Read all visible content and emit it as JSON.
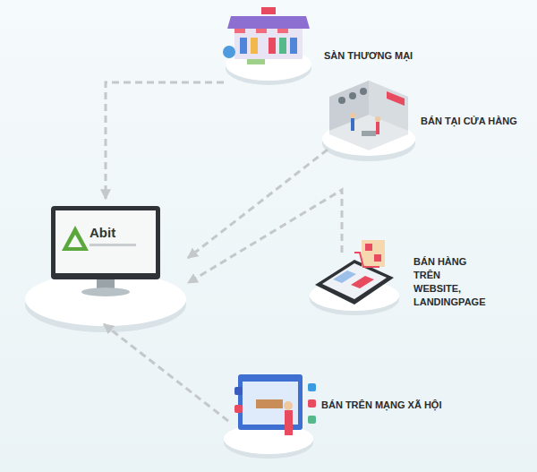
{
  "diagram": {
    "nodes": [
      {
        "text": [
          "SÀN THƯƠNG MẠI"
        ]
      },
      {
        "text": [
          "BÁN TẠI CỬA HÀNG"
        ]
      },
      {
        "text": [
          "Abit"
        ]
      },
      {
        "text": [
          "BÁN HÀNG TRÊN WEBSITE, LANDINGPAGE"
        ]
      },
      {
        "text": [
          "BÁN TRÊN MẠNG XÃ HỘI"
        ]
      }
    ],
    "edges": [
      {
        "from": 0,
        "to": 2,
        "arrow": "to"
      },
      {
        "from": 1,
        "to": 2,
        "arrow": "to"
      },
      {
        "from": 3,
        "to": 2,
        "arrow": "to"
      },
      {
        "from": 4,
        "to": 2,
        "arrow": "to"
      }
    ]
  }
}
